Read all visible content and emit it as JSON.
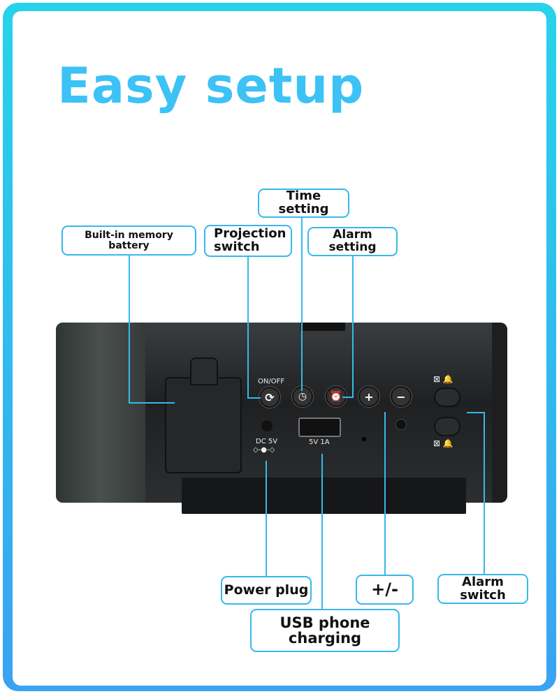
{
  "title": "Easy setup",
  "labels": {
    "battery": "Built-in memory battery",
    "projection": "Projection switch",
    "time": "Time setting",
    "alarm_setting": "Alarm setting",
    "power": "Power plug",
    "plusminus": "+/-",
    "alarm_switch": "Alarm switch",
    "usb": "USB phone charging"
  },
  "device": {
    "onoff": "ON/OFF",
    "dc": "DC 5V",
    "usb_rating": "5V 1A",
    "plus": "+",
    "minus": "−"
  },
  "colors": {
    "accent": "#3cc2f5",
    "line": "#37b8ec",
    "device": "#2a2d2f"
  }
}
